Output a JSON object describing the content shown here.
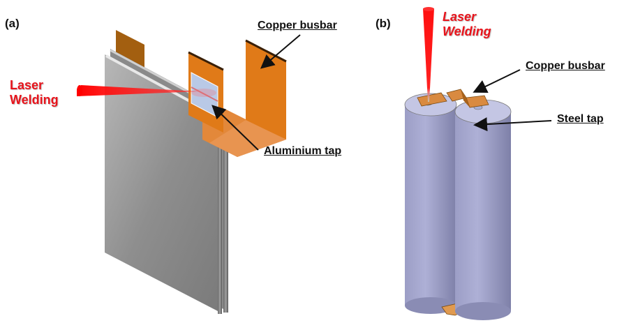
{
  "panels": [
    {
      "id": "a",
      "label": "(a)",
      "laser": {
        "line1": "Laser",
        "line2": "Welding"
      },
      "callouts": {
        "copper_busbar": "Copper busbar",
        "aluminium_tap": "Aluminium tap"
      }
    },
    {
      "id": "b",
      "label": "(b)",
      "laser": {
        "line1": "Laser",
        "line2": "Welding"
      },
      "callouts": {
        "copper_busbar": "Copper busbar",
        "steel_tap": "Steel tap"
      }
    }
  ],
  "colors": {
    "laser": "#e8141c",
    "copper": "#e07a18",
    "copper_dark": "#8a4f10",
    "aluminium": "#b9c9e6",
    "pouch_cell": "#9a9a9a",
    "cylinder_cell": "#a4a6cc"
  }
}
